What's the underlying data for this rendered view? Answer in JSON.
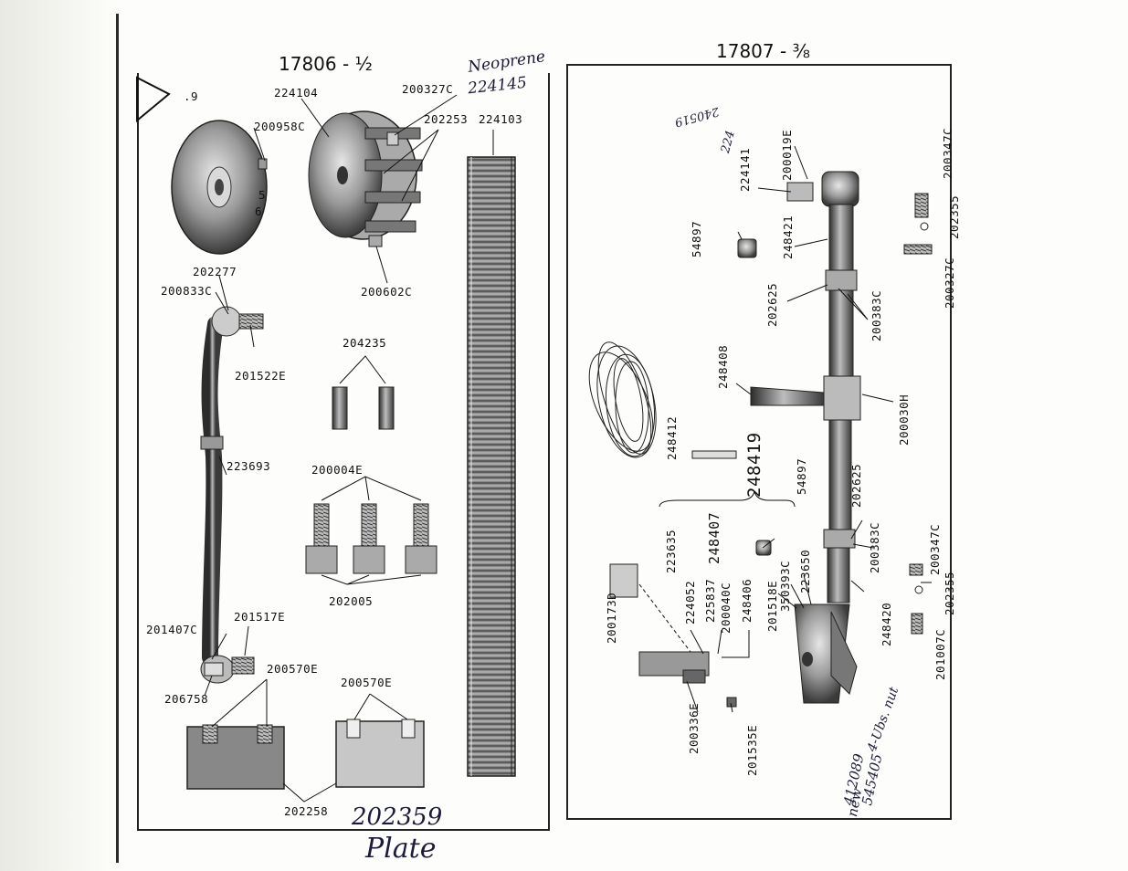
{
  "left_panel": {
    "title": "17806 - ½",
    "handwritten_top": "Neoprene",
    "handwritten_top_2": "224145",
    "handwritten_bottom_number": "202359",
    "handwritten_bottom_word": "Plate",
    "disc_marks": [
      ".9",
      "5",
      "6"
    ],
    "labels": [
      "224104",
      "200327C",
      "200958C",
      "202253",
      "224103",
      "202277",
      "200833C",
      "200602C",
      "201522E",
      "204235",
      "223693",
      "200004E",
      "202005",
      "201407C",
      "201517E",
      "200570E",
      "206758",
      "200570E",
      "202258"
    ]
  },
  "right_panel": {
    "title": "17807 - ⅜",
    "labels": [
      "200019E",
      "224141",
      "54897",
      "248421",
      "200347C",
      "202355",
      "200327C",
      "202625",
      "200383C",
      "248408",
      "200030H",
      "248412",
      "248419",
      "54897",
      "202625",
      "223635",
      "248407",
      "200383C",
      "224052",
      "225837",
      "200040C",
      "248406",
      "201518E",
      "350393C",
      "223650",
      "200347C",
      "202355",
      "200173D",
      "248420",
      "201007C",
      "200336E",
      "201535E"
    ],
    "handwritten_notes": [
      "224",
      "240519",
      "new",
      "4-Ubs. nut",
      "412089",
      "545405"
    ]
  }
}
